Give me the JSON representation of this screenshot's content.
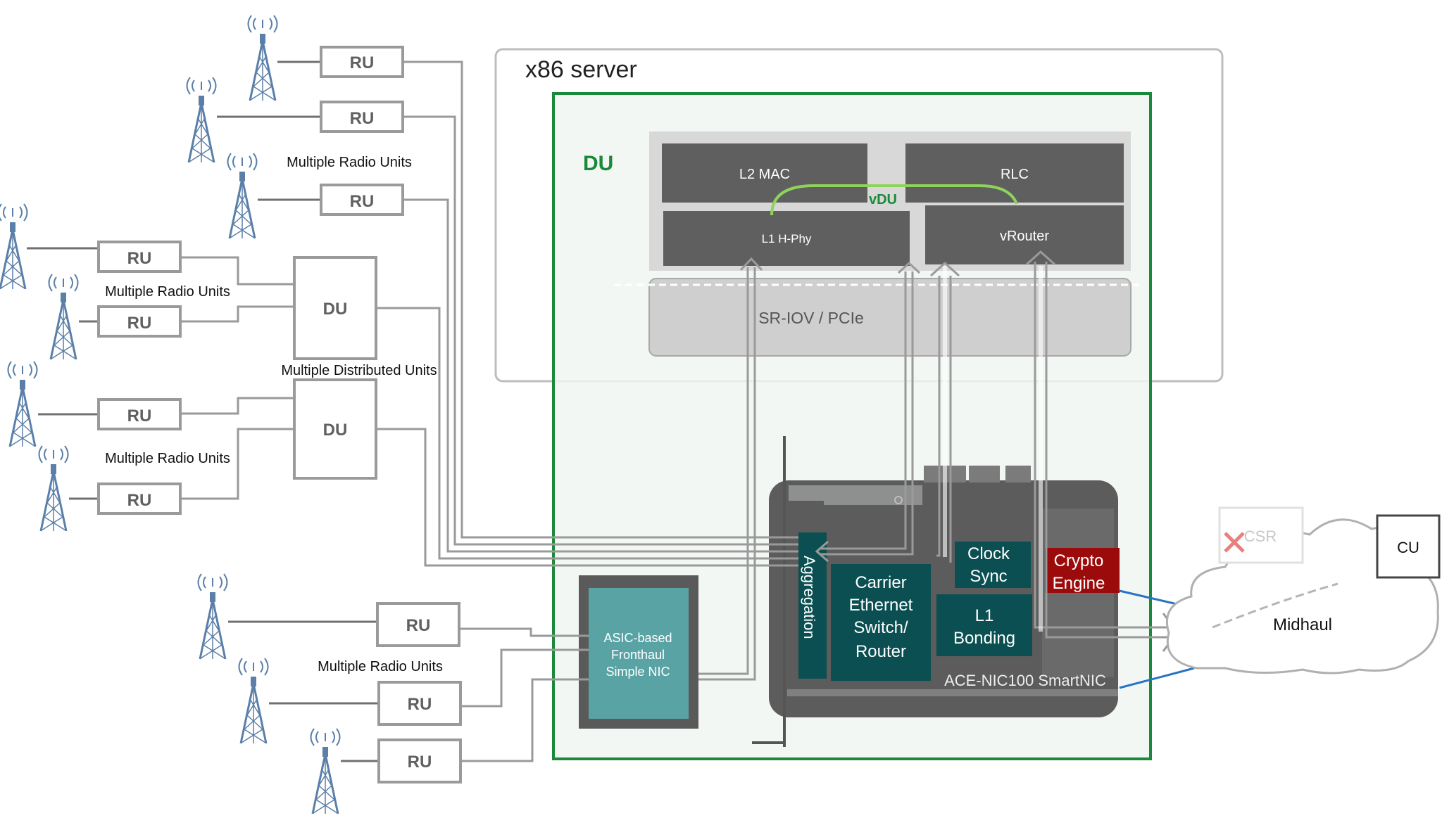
{
  "ru_label": "RU",
  "du_label": "DU",
  "captions": {
    "radio_units_1": "Multiple Radio Units",
    "radio_units_2": "Multiple Radio Units",
    "radio_units_3": "Multiple Radio Units",
    "radio_units_4": "Multiple Radio Units",
    "distributed_units": "Multiple Distributed Units"
  },
  "server": {
    "title": "x86 server",
    "du_title": "DU",
    "l2_mac": "L2 MAC",
    "rlc": "RLC",
    "vdu": "vDU",
    "l1_hphy": "L1 H-Phy",
    "vrouter": "vRouter",
    "sriov": "SR-IOV / PCIe"
  },
  "smartnic": {
    "name": "ACE-NIC100 SmartNIC",
    "aggregation": "Aggregation",
    "switch": [
      "Carrier",
      "Ethernet",
      "Switch/",
      "Router"
    ],
    "clock_sync": [
      "Clock",
      "Sync"
    ],
    "l1_bonding": [
      "L1",
      "Bonding"
    ],
    "crypto": [
      "Crypto",
      "Engine"
    ]
  },
  "asic_nic": [
    "ASIC-based",
    "Fronthaul",
    "Simple NIC"
  ],
  "network": {
    "csr": "CSR",
    "cu": "CU",
    "midhaul": "Midhaul"
  },
  "colors": {
    "green_border": "#1a8a3a",
    "teal": "#0b4f52",
    "crimson": "#9c0b0b",
    "asic_teal": "#5aa3a5",
    "vdu_green": "#8fd45a",
    "tower": "#5a7fa8"
  }
}
